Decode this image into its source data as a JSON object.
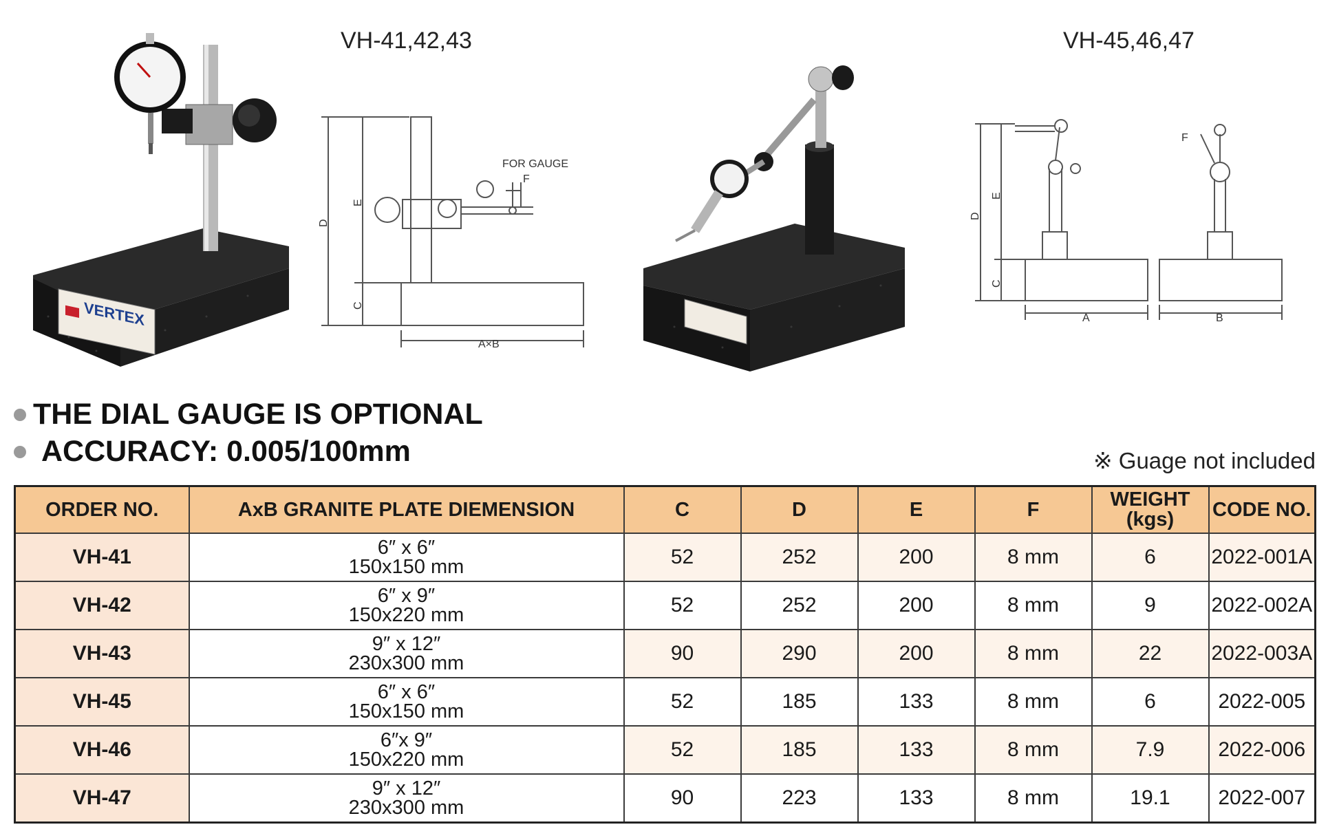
{
  "models": {
    "left": "VH-41,42,43",
    "right": "VH-45,46,47"
  },
  "drawing_left": {
    "gauge_note": "FOR  GAUGE",
    "dim_f": "F",
    "dim_d": "D",
    "dim_e": "E",
    "dim_c": "C",
    "dim_axb": "A×B"
  },
  "drawing_right": {
    "dim_d": "D",
    "dim_e": "E",
    "dim_c": "C",
    "dim_a": "A",
    "dim_b": "B",
    "dim_f": "F"
  },
  "bullets": {
    "dial": "THE DIAL GAUGE IS OPTIONAL",
    "accuracy": "ACCURACY: 0.005/100mm"
  },
  "note": "※ Guage not included",
  "table": {
    "headers": {
      "order": "ORDER NO.",
      "dim": "AxB GRANITE PLATE DIEMENSION",
      "c": "C",
      "d": "D",
      "e": "E",
      "f": "F",
      "weight_1": "WEIGHT",
      "weight_2": "(kgs)",
      "code": "CODE NO."
    },
    "rows": [
      {
        "order": "VH-41",
        "dim_in": "6″ x 6″",
        "dim_mm": "150x150 mm",
        "c": "52",
        "d": "252",
        "e": "200",
        "f": "8 mm",
        "weight": "6",
        "code": "2022-001A"
      },
      {
        "order": "VH-42",
        "dim_in": "6″ x 9″",
        "dim_mm": "150x220 mm",
        "c": "52",
        "d": "252",
        "e": "200",
        "f": "8 mm",
        "weight": "9",
        "code": "2022-002A"
      },
      {
        "order": "VH-43",
        "dim_in": "9″ x 12″",
        "dim_mm": "230x300 mm",
        "c": "90",
        "d": "290",
        "e": "200",
        "f": "8 mm",
        "weight": "22",
        "code": "2022-003A"
      },
      {
        "order": "VH-45",
        "dim_in": "6″ x 6″",
        "dim_mm": "150x150 mm",
        "c": "52",
        "d": "185",
        "e": "133",
        "f": "8 mm",
        "weight": "6",
        "code": "2022-005"
      },
      {
        "order": "VH-46",
        "dim_in": "6″x 9″",
        "dim_mm": "150x220 mm",
        "c": "52",
        "d": "185",
        "e": "133",
        "f": "8 mm",
        "weight": "7.9",
        "code": "2022-006"
      },
      {
        "order": "VH-47",
        "dim_in": "9″ x 12″",
        "dim_mm": "230x300 mm",
        "c": "90",
        "d": "223",
        "e": "133",
        "f": "8 mm",
        "weight": "19.1",
        "code": "2022-007"
      }
    ]
  },
  "colors": {
    "header_bg": "#f6c894",
    "order_bg": "#fbe6d6",
    "row_tint": "#fdf3ea",
    "granite": "#1c1c1c"
  }
}
